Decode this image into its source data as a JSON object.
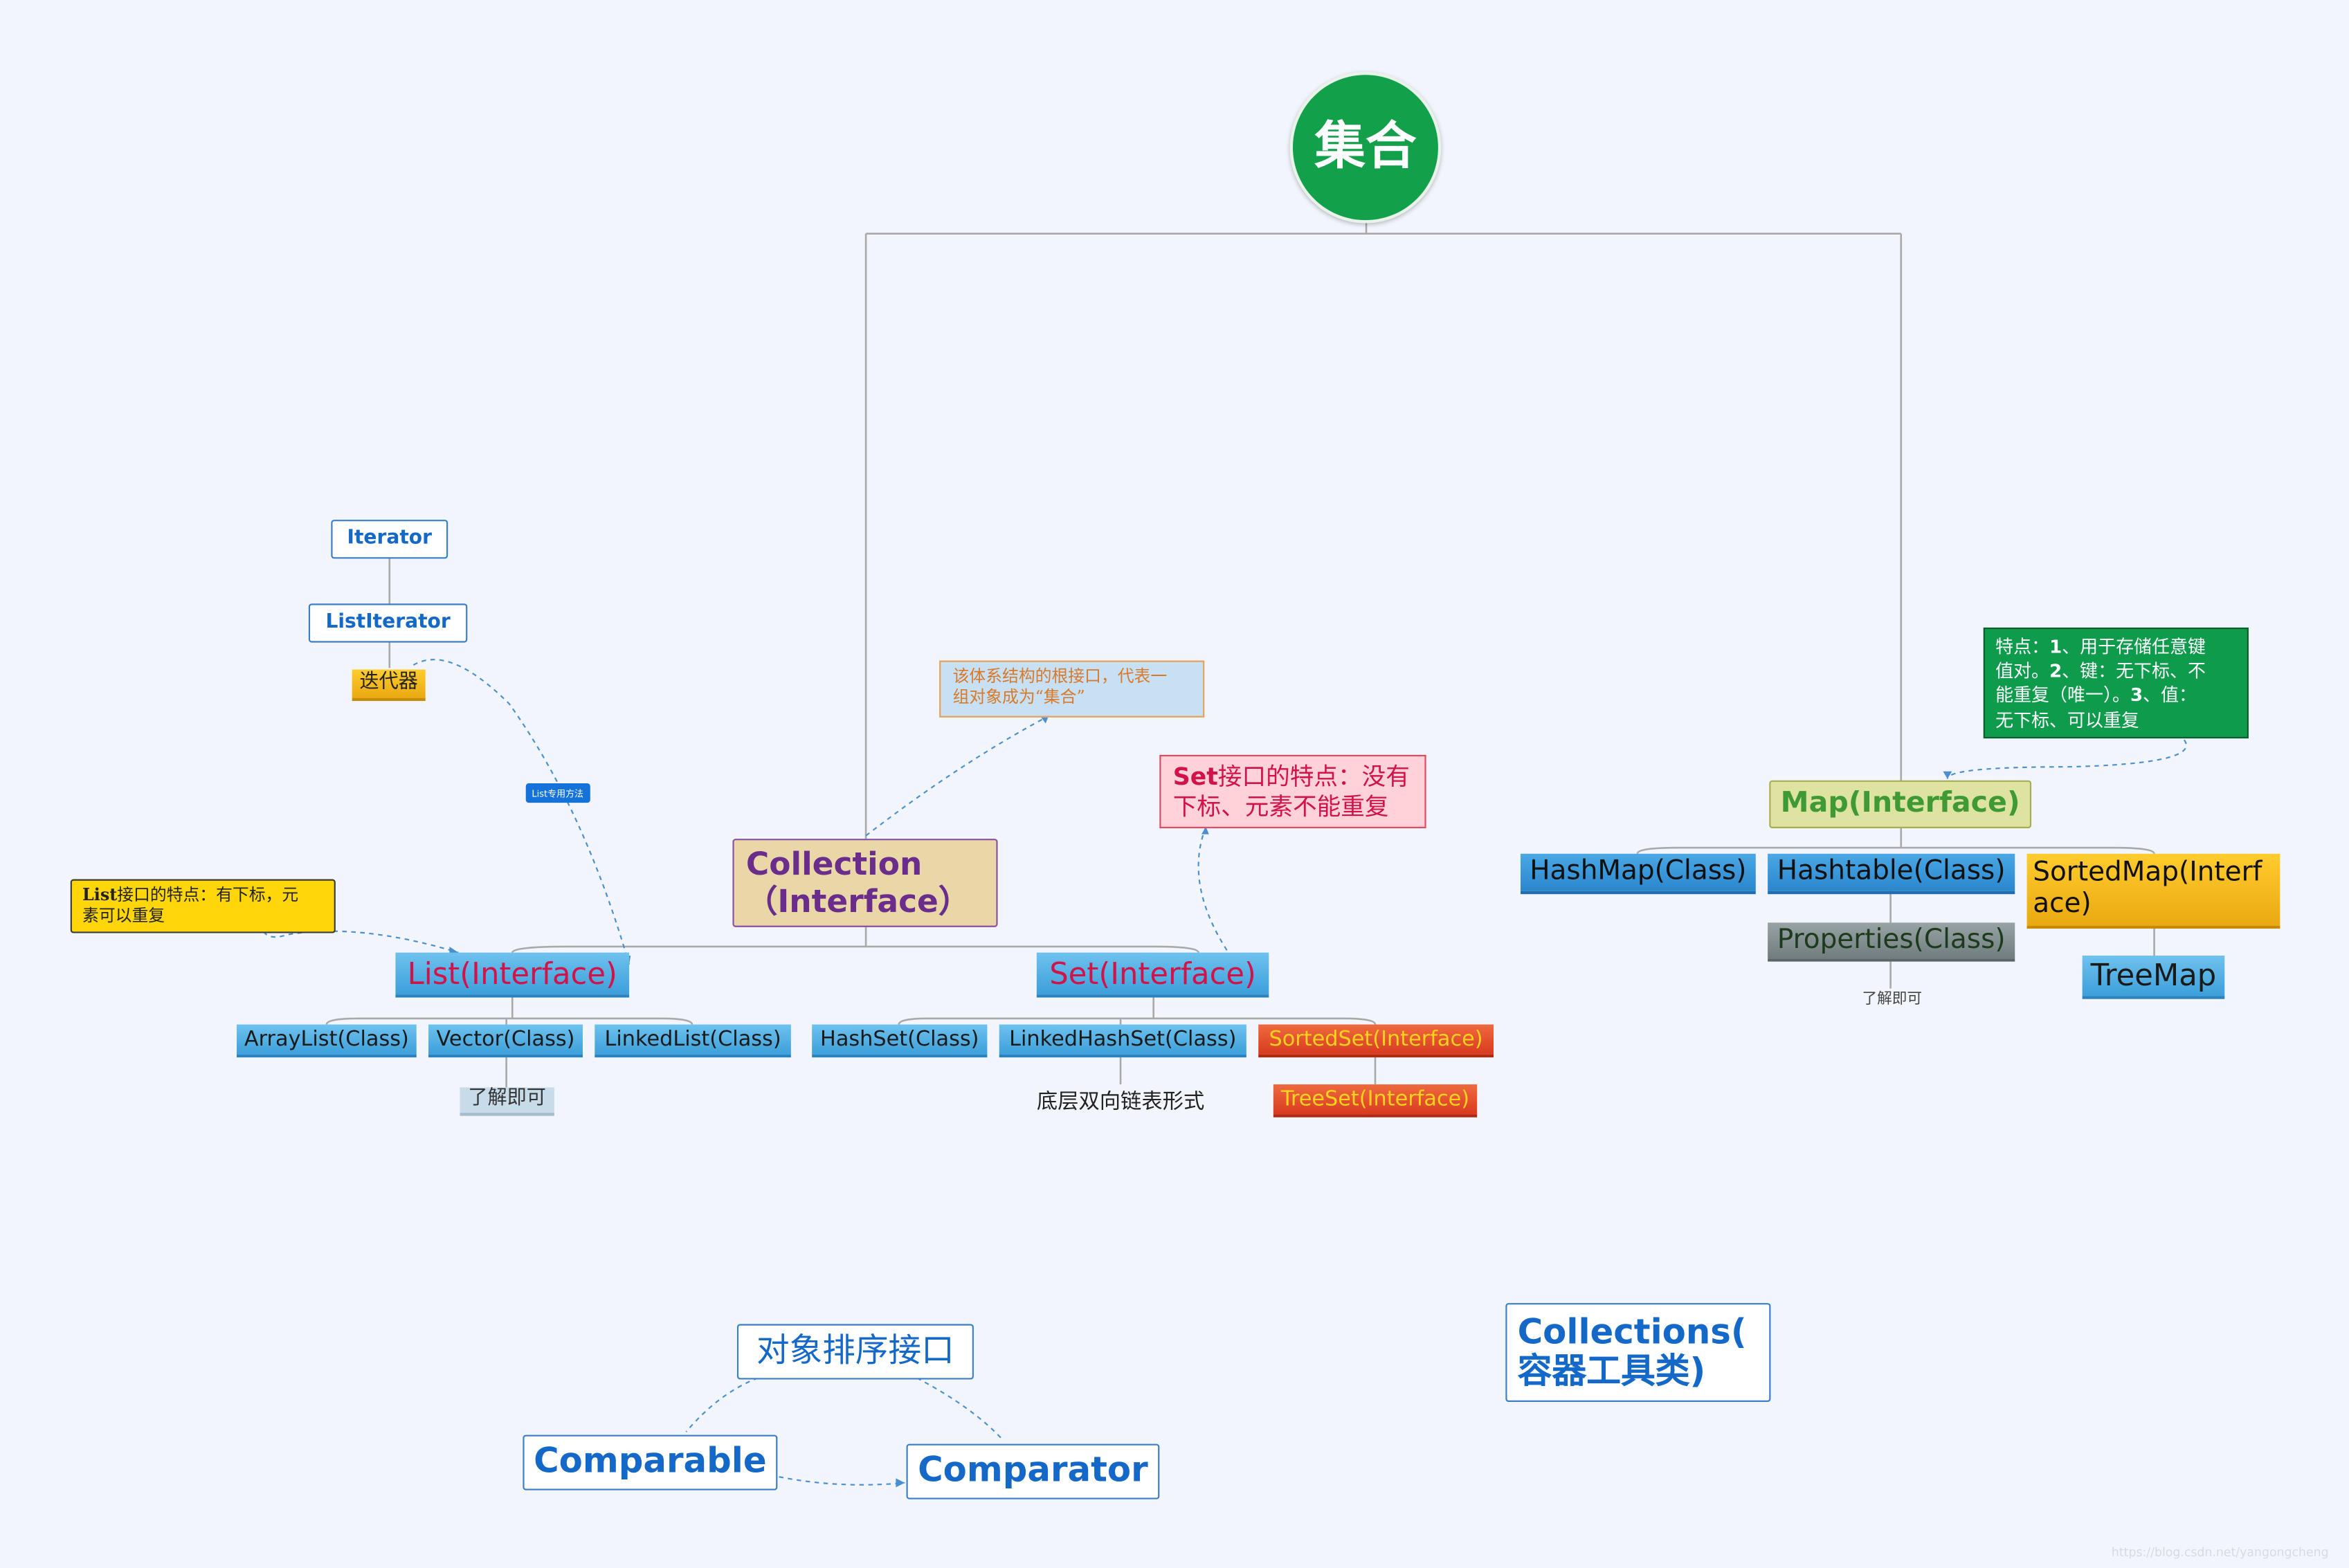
{
  "root": {
    "label": "集合",
    "color": "#13a04a"
  },
  "collection": {
    "label_line1": "Collection",
    "label_line2": "（Interface）"
  },
  "map": {
    "label": "Map(Interface)"
  },
  "collection_note": {
    "line1": "该体系结构的根接口，代表一",
    "line2": "组对象成为“集合”"
  },
  "set_note": {
    "bold": "Set",
    "line1_rest": "接口的特点：没有",
    "line2": "下标、元素不能重复"
  },
  "map_note": {
    "line1_a": "特点：",
    "line1_b": "1",
    "line1_c": "、用于存储任意键",
    "line2_a": "值对。",
    "line2_b": "2",
    "line2_c": "、键：无下标、不",
    "line3_a": "能重复（唯一）。",
    "line3_b": "3",
    "line3_c": "、值：",
    "line4": "无下标、可以重复"
  },
  "list_note": {
    "bold": "List",
    "line1_rest": "接口的特点：有下标，元",
    "line2": "素可以重复"
  },
  "iterator": {
    "label": "Iterator"
  },
  "list_iterator": {
    "label": "ListIterator"
  },
  "iterator_cn": {
    "label": "迭代器"
  },
  "list_method_tag": {
    "label": "List专用方法"
  },
  "list": {
    "label": "List(Interface)"
  },
  "set": {
    "label": "Set(Interface)"
  },
  "list_children": [
    "ArrayList(Class)",
    "Vector(Class)",
    "LinkedList(Class)"
  ],
  "vector_note": {
    "label": "了解即可"
  },
  "set_children": [
    "HashSet(Class)",
    "LinkedHashSet(Class)",
    "SortedSet(Interface)"
  ],
  "linkedhashset_note": {
    "label": "底层双向链表形式"
  },
  "treeset": {
    "label": "TreeSet(Interface)"
  },
  "map_children": [
    "HashMap(Class)",
    "Hashtable(Class)"
  ],
  "sortedmap": {
    "line1": "SortedMap(Interf",
    "line2": "ace)"
  },
  "properties": {
    "label": "Properties(Class)"
  },
  "properties_note": {
    "label": "了解即可"
  },
  "treemap": {
    "label": "TreeMap"
  },
  "sort_interface": {
    "label": "对象排序接口"
  },
  "comparable": {
    "label": "Comparable"
  },
  "comparator": {
    "label": "Comparator"
  },
  "collections_tool": {
    "line1": "Collections(",
    "line2": "容器工具类)"
  },
  "watermark": {
    "label": "https://blog.csdn.net/yangongcheng"
  },
  "colors": {
    "background": "#f2f6fc",
    "collection_fill": "#ead7a8",
    "collection_text": "#6a2d8c",
    "map_fill": "#dfe3a2",
    "map_text": "#3f9a36",
    "note_green": "#0e9b4b",
    "note_yellow": "#ffd60a",
    "note_pink": "#ffd2d9",
    "note_lightblue": "#c7e0f4",
    "orange": "#f0b31d",
    "red_orange": "#e2492a",
    "gray": "#7f8a8c",
    "outline_blue": "#1468c8"
  }
}
